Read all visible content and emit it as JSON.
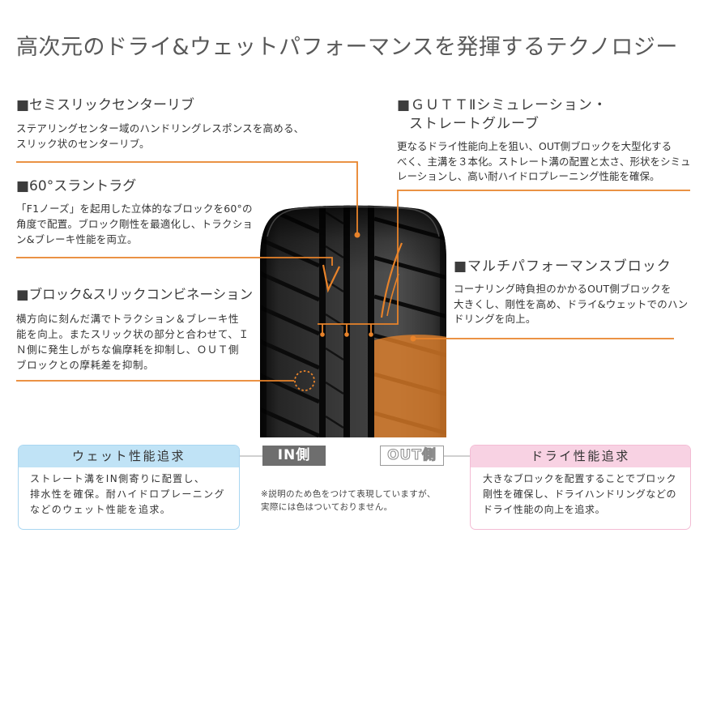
{
  "title": "高次元のドライ&ウェットパフォーマンスを発揮するテクノロジー",
  "features": {
    "center_rib": {
      "heading": "■セミスリックセンターリブ",
      "lines": [
        "ステアリングセンター域のハンドリングレスポンスを高める、",
        "スリック状のセンターリブ。"
      ]
    },
    "slant_lug": {
      "heading": "■60°スラントラグ",
      "lines": [
        "「F1ノーズ」を起用した立体的なブロックを60°の",
        "角度で配置。ブロック剛性を最適化し、トラクショ",
        "ン&ブレーキ性能を両立。"
      ]
    },
    "block_slick": {
      "heading": "■ブロック&スリックコンビネーション",
      "lines": [
        "横方向に刻んだ溝でトラクション＆ブレーキ性",
        "能を向上。またスリック状の部分と合わせて、Ｉ",
        "Ｎ側に発生しがちな偏摩耗を抑制し、ＯＵＴ側",
        "ブロックとの摩耗差を抑制。"
      ]
    },
    "gutt_groove": {
      "heading": [
        "■ＧＵＴＴⅡシミュレーション・",
        "ストレートグルーブ"
      ],
      "lines": [
        "更なるドライ性能向上を狙い、OUT側ブロックを大型化する",
        "べく、主溝を３本化。ストレート溝の配置と太さ、形状をシミュ",
        "レーションし、高い耐ハイドロプレーニング性能を確保。"
      ]
    },
    "multi_block": {
      "heading": "■マルチパフォーマンスブロック",
      "lines": [
        "コーナリング時負担のかかるOUT側ブロックを",
        "大きくし、剛性を高め、ドライ&ウェットでのハン",
        "ドリングを向上。"
      ]
    }
  },
  "sides": {
    "in_label": "IN側",
    "out_label": "OUT側"
  },
  "wet_panel": {
    "title": "ウェット性能追求",
    "lines": [
      "ストレート溝をIN側寄りに配置し、",
      "排水性を確保。耐ハイドロプレーニング",
      "などのウェット性能を追求。"
    ]
  },
  "dry_panel": {
    "title": "ドライ性能追求",
    "lines": [
      "大きなブロックを配置することでブロック",
      "剛性を確保し、ドライハンドリングなどの",
      "ドライ性能の向上を追求。"
    ]
  },
  "note": {
    "lines": [
      "※説明のため色をつけて表現していますが、",
      "実際には色はついておりません。"
    ]
  },
  "colors": {
    "accent": "#e8832a",
    "wet": "#c0e3f6",
    "wet_border": "#a9d6f1",
    "dry": "#f8d2e3",
    "dry_border": "#f3bcd4",
    "in_label_bg": "#6e6e6e"
  }
}
